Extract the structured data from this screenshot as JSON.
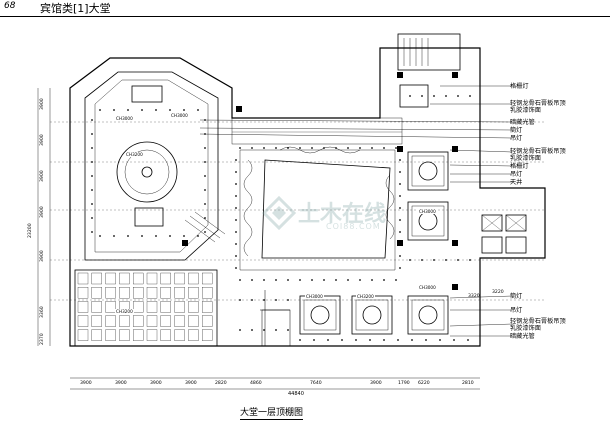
{
  "header": {
    "page": "68",
    "title": "宾馆类[1]大堂"
  },
  "caption": "大堂一层顶棚图",
  "total_width": "44840",
  "total_height": "23200",
  "dims_bottom": [
    "3900",
    "3900",
    "3900",
    "3900",
    "2820",
    "4860",
    "7640",
    "3900",
    "1790",
    "6220",
    "2810"
  ],
  "dims_left": [
    "3900",
    "3900",
    "3900",
    "3900",
    "3900",
    "3360",
    "2370"
  ],
  "dims_right": [
    "3220",
    "3320"
  ],
  "room_labels": [
    "CH3000",
    "CH3000",
    "CH3200",
    "CH3000",
    "CH3200",
    "CH3000",
    "CH3200",
    "CH3000"
  ],
  "legend": [
    "格栅灯",
    "轻钢龙骨石膏板吊顶",
    "乳胶漆饰面",
    "暗藏光管",
    "筒灯",
    "吊灯",
    "轻钢龙骨石膏板吊顶",
    "乳胶漆饰面",
    "格栅灯",
    "吊灯",
    "天井",
    "筒灯",
    "吊灯",
    "轻钢龙骨石膏板吊顶",
    "乳胶漆饰面",
    "暗藏光管"
  ],
  "watermark": {
    "text": "土木在线",
    "sub": "COI88.COM"
  }
}
